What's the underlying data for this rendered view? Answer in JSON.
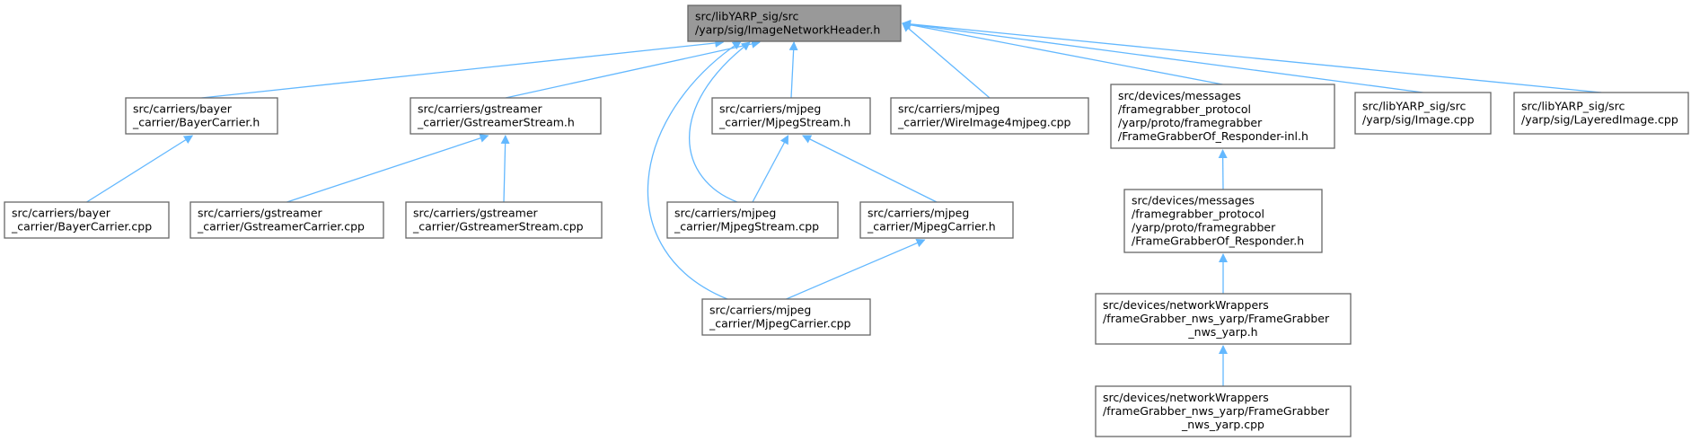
{
  "colors": {
    "edge": "#63b8ff",
    "root_fill": "#999999",
    "node_fill": "#ffffff",
    "node_border": "#666666",
    "text": "#000000"
  },
  "nodes": [
    {
      "id": "root",
      "lines": [
        "src/libYARP_sig/src",
        "/yarp/sig/ImageNetworkHeader.h"
      ]
    },
    {
      "id": "bayer_h",
      "lines": [
        "src/carriers/bayer",
        "_carrier/BayerCarrier.h"
      ]
    },
    {
      "id": "bayer_cpp",
      "lines": [
        "src/carriers/bayer",
        "_carrier/BayerCarrier.cpp"
      ]
    },
    {
      "id": "gst_h",
      "lines": [
        "src/carriers/gstreamer",
        "_carrier/GstreamerStream.h"
      ]
    },
    {
      "id": "gst_car",
      "lines": [
        "src/carriers/gstreamer",
        "_carrier/GstreamerCarrier.cpp"
      ]
    },
    {
      "id": "gst_cpp",
      "lines": [
        "src/carriers/gstreamer",
        "_carrier/GstreamerStream.cpp"
      ]
    },
    {
      "id": "mj_h",
      "lines": [
        "src/carriers/mjpeg",
        "_carrier/MjpegStream.h"
      ]
    },
    {
      "id": "mj_cpp",
      "lines": [
        "src/carriers/mjpeg",
        "_carrier/MjpegStream.cpp"
      ]
    },
    {
      "id": "mjc_h",
      "lines": [
        "src/carriers/mjpeg",
        "_carrier/MjpegCarrier.h"
      ]
    },
    {
      "id": "mjc_cpp",
      "lines": [
        "src/carriers/mjpeg",
        "_carrier/MjpegCarrier.cpp"
      ]
    },
    {
      "id": "wire",
      "lines": [
        "src/carriers/mjpeg",
        "_carrier/WireImage4mjpeg.cpp"
      ]
    },
    {
      "id": "fg_inl",
      "lines": [
        "src/devices/messages",
        "/framegrabber_protocol",
        "/yarp/proto/framegrabber",
        "/FrameGrabberOf_Responder-inl.h"
      ]
    },
    {
      "id": "fg_h",
      "lines": [
        "src/devices/messages",
        "/framegrabber_protocol",
        "/yarp/proto/framegrabber",
        "/FrameGrabberOf_Responder.h"
      ]
    },
    {
      "id": "nws_h",
      "lines": [
        "src/devices/networkWrappers",
        "/frameGrabber_nws_yarp/FrameGrabber",
        "_nws_yarp.h"
      ]
    },
    {
      "id": "nws_cpp",
      "lines": [
        "src/devices/networkWrappers",
        "/frameGrabber_nws_yarp/FrameGrabber",
        "_nws_yarp.cpp"
      ]
    },
    {
      "id": "img",
      "lines": [
        "src/libYARP_sig/src",
        "/yarp/sig/Image.cpp"
      ]
    },
    {
      "id": "layered",
      "lines": [
        "src/libYARP_sig/src",
        "/yarp/sig/LayeredImage.cpp"
      ]
    }
  ],
  "edges": [
    {
      "from": "root",
      "to": "bayer_h"
    },
    {
      "from": "root",
      "to": "gst_h"
    },
    {
      "from": "root",
      "to": "mj_h"
    },
    {
      "from": "root",
      "to": "mj_cpp"
    },
    {
      "from": "root",
      "to": "mjc_cpp"
    },
    {
      "from": "root",
      "to": "wire"
    },
    {
      "from": "root",
      "to": "fg_inl"
    },
    {
      "from": "root",
      "to": "img"
    },
    {
      "from": "root",
      "to": "layered"
    },
    {
      "from": "bayer_h",
      "to": "bayer_cpp"
    },
    {
      "from": "gst_h",
      "to": "gst_car"
    },
    {
      "from": "gst_h",
      "to": "gst_cpp"
    },
    {
      "from": "mj_h",
      "to": "mj_cpp"
    },
    {
      "from": "mj_h",
      "to": "mjc_h"
    },
    {
      "from": "mjc_h",
      "to": "mjc_cpp"
    },
    {
      "from": "fg_inl",
      "to": "fg_h"
    },
    {
      "from": "fg_h",
      "to": "nws_h"
    },
    {
      "from": "nws_h",
      "to": "nws_cpp"
    }
  ]
}
